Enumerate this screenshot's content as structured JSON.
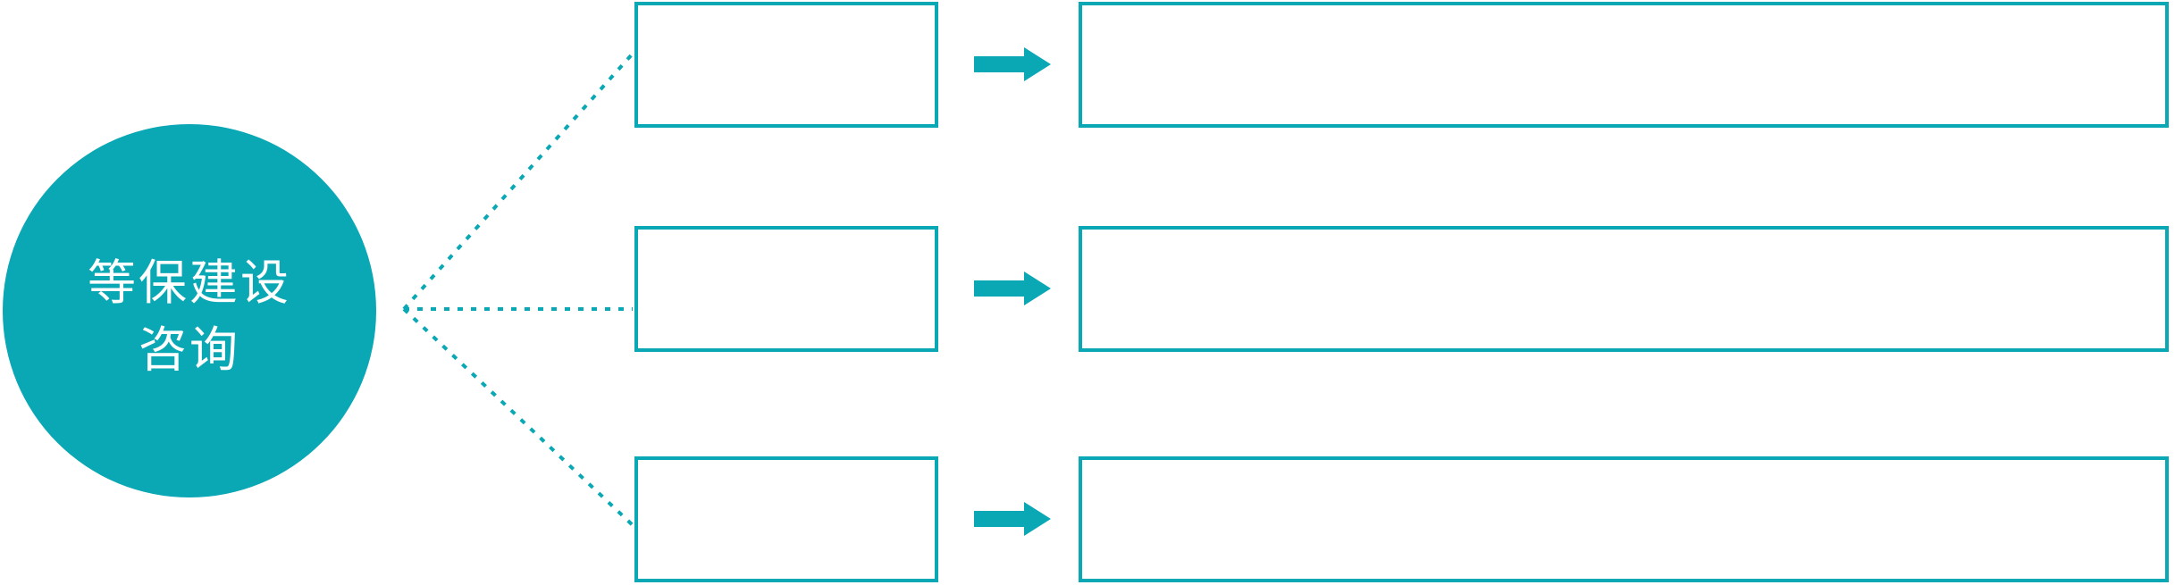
{
  "colors": {
    "accent": "#0AA7B4",
    "canvas_background": "#FFFFFF",
    "circle_label_text": "#FFFFFF"
  },
  "center_node": {
    "label_lines": [
      "等保建设",
      "咨询"
    ]
  },
  "connectors": {
    "style": "dotted",
    "icon": "dotted-fan-connector"
  },
  "rows": [
    {
      "small_box_text": "",
      "arrow_icon": "right-block-arrow-icon",
      "large_box_text": ""
    },
    {
      "small_box_text": "",
      "arrow_icon": "right-block-arrow-icon",
      "large_box_text": ""
    },
    {
      "small_box_text": "",
      "arrow_icon": "right-block-arrow-icon",
      "large_box_text": ""
    }
  ]
}
